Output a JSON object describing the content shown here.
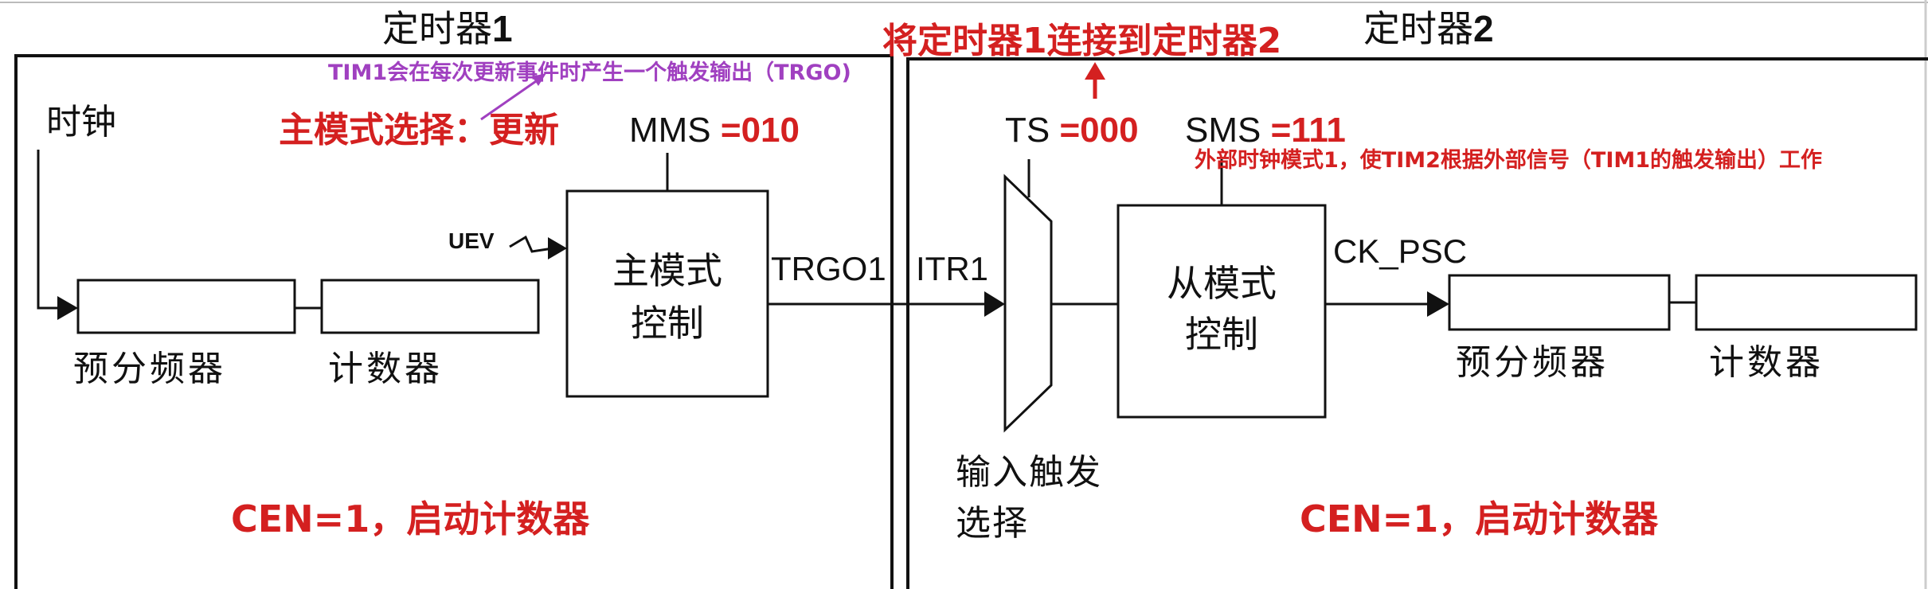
{
  "timer1": {
    "title": "定时器",
    "number": "1",
    "clock": "时钟",
    "uev": "UEV",
    "prescaler": "预分频器",
    "counter": "计数器",
    "master_line1": "主模式",
    "master_line2": "控制",
    "trgo": "TRGO1",
    "mms": "MMS =010",
    "annotation_mode": "主模式选择：更新",
    "annotation_trgo": "TIM1会在每次更新事件时产生一个触发输出（TRGO)",
    "cen": "CEN=1，启动计数器"
  },
  "timer2": {
    "title": "定时器",
    "number": "2",
    "itr": "ITR1",
    "ts": "TS =000",
    "sms": "SMS =111",
    "slave_line1": "从模式",
    "slave_line2": "控制",
    "ck_psc": "CK_PSC",
    "input_line1": "输入触发",
    "input_line2": "选择",
    "prescaler": "预分频器",
    "counter": "计数器",
    "annotation_sms": "外部时钟模式1，使TIM2根据外部信号（TIM1的触发输出）工作",
    "cen": "CEN=1，启动计数器"
  },
  "connect_note": "将定时器1连接到定时器2",
  "colors": {
    "annotation_red": "#d42020",
    "annotation_purple": "#a040c0",
    "line": "#111111"
  }
}
